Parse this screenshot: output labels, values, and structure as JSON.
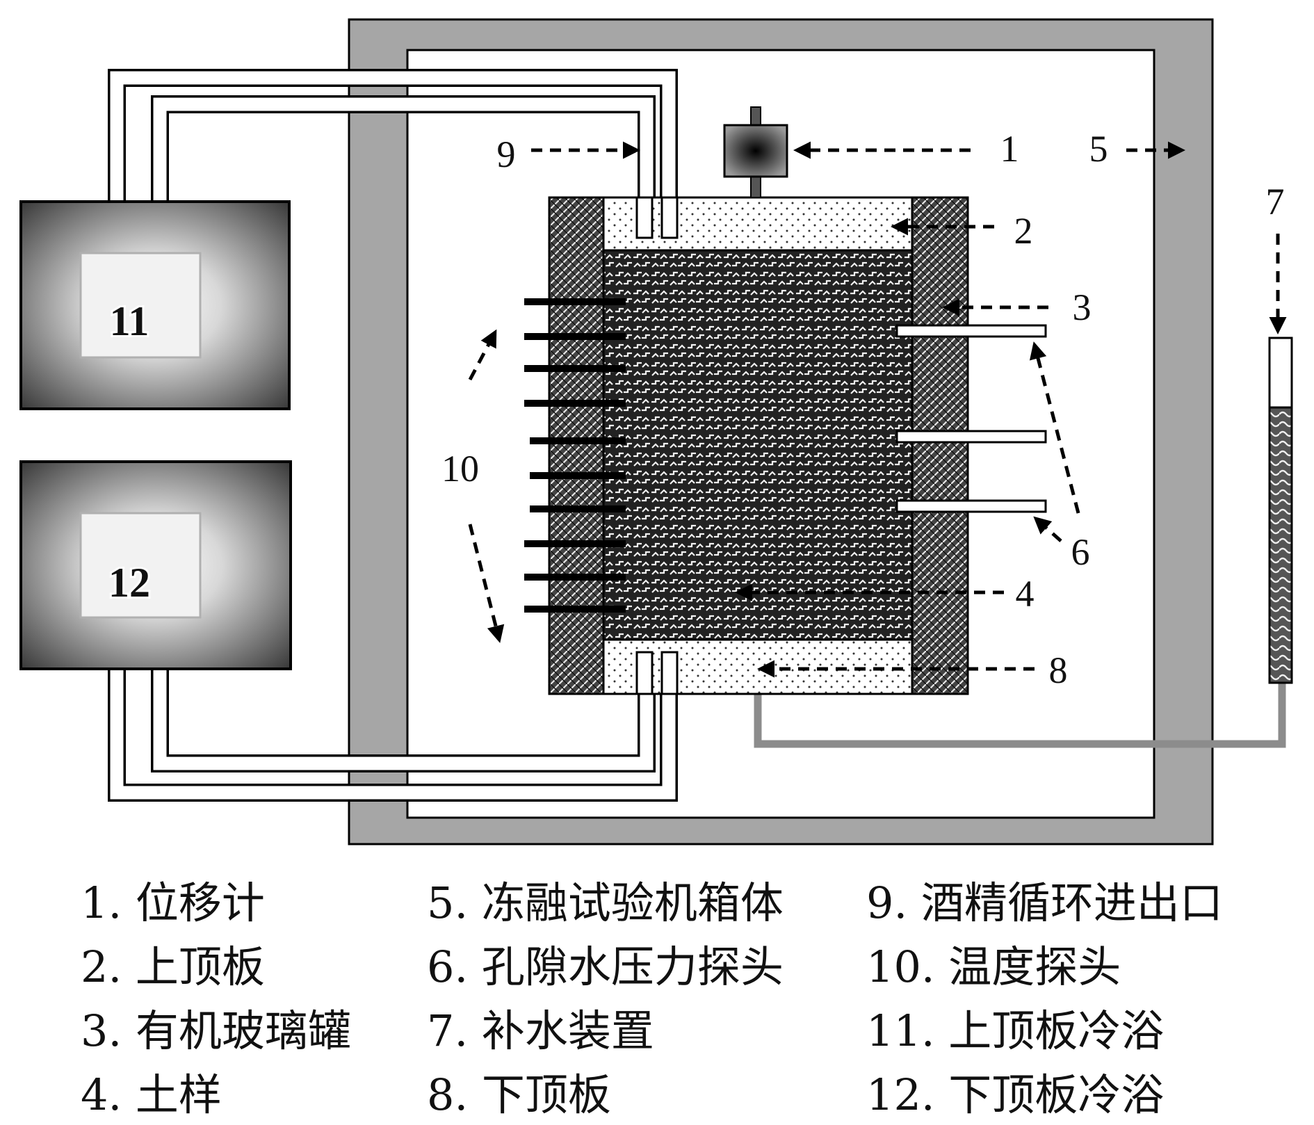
{
  "callouts": {
    "c1": "1",
    "c2": "2",
    "c3": "3",
    "c4": "4",
    "c5": "5",
    "c6": "6",
    "c7": "7",
    "c8": "8",
    "c9": "9",
    "c10": "10",
    "c11": "11",
    "c12": "12"
  },
  "legend": [
    "1. 位移计",
    "2. 上顶板",
    "3. 有机玻璃罐",
    "4. 土样",
    "5. 冻融试验机箱体",
    "6. 孔隙水压力探头",
    "7. 补水装置",
    "8. 下顶板",
    "9. 酒精循环进出口",
    "10. 温度探头",
    "11. 上顶板冷浴",
    "12. 下顶板冷浴"
  ],
  "colors": {
    "chamber_wall": "#a6a6a6",
    "water_supply_pipe": "#8c8c8c",
    "soil_dark": "#202020",
    "outline": "#000000"
  }
}
